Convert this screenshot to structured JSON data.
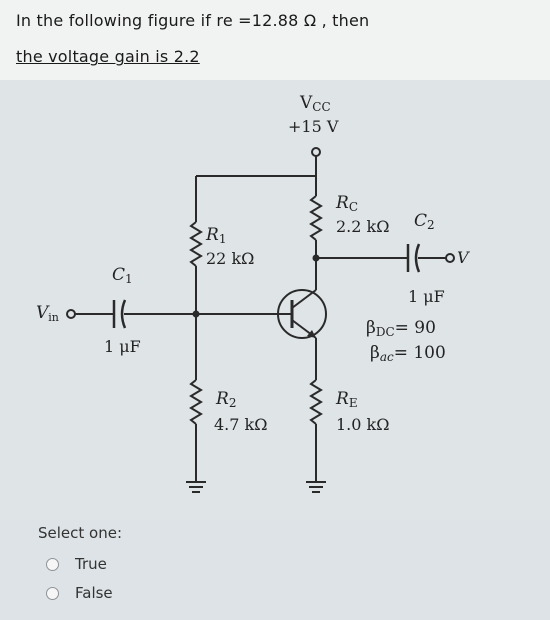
{
  "question": {
    "line1": "In the following figure if re =12.88 Ω , then",
    "line2": "the voltage gain is 2.2"
  },
  "circuit": {
    "vcc_label": "V",
    "vcc_sub": "CC",
    "vcc_value": "+15 V",
    "rc_label": "R",
    "rc_sub": "C",
    "rc_value": "2.2 kΩ",
    "c2_label": "C",
    "c2_sub": "2",
    "c2_value": "1 μF",
    "vout_label": "V",
    "r1_label": "R",
    "r1_sub": "1",
    "r1_value": "22 kΩ",
    "c1_label": "C",
    "c1_sub": "1",
    "c1_value": "1 μF",
    "vin_label": "V",
    "vin_sub": "in",
    "bdc_label": "β",
    "bdc_sub": "DC",
    "bdc_value": "= 90",
    "bac_label": "β",
    "bac_sub": "ac",
    "bac_value": "= 100",
    "r2_label": "R",
    "r2_sub": "2",
    "r2_value": "4.7 kΩ",
    "re_label": "R",
    "re_sub": "E",
    "re_value": "1.0 kΩ"
  },
  "answer": {
    "select_label": "Select one:",
    "options": [
      {
        "label": "True"
      },
      {
        "label": "False"
      }
    ]
  }
}
